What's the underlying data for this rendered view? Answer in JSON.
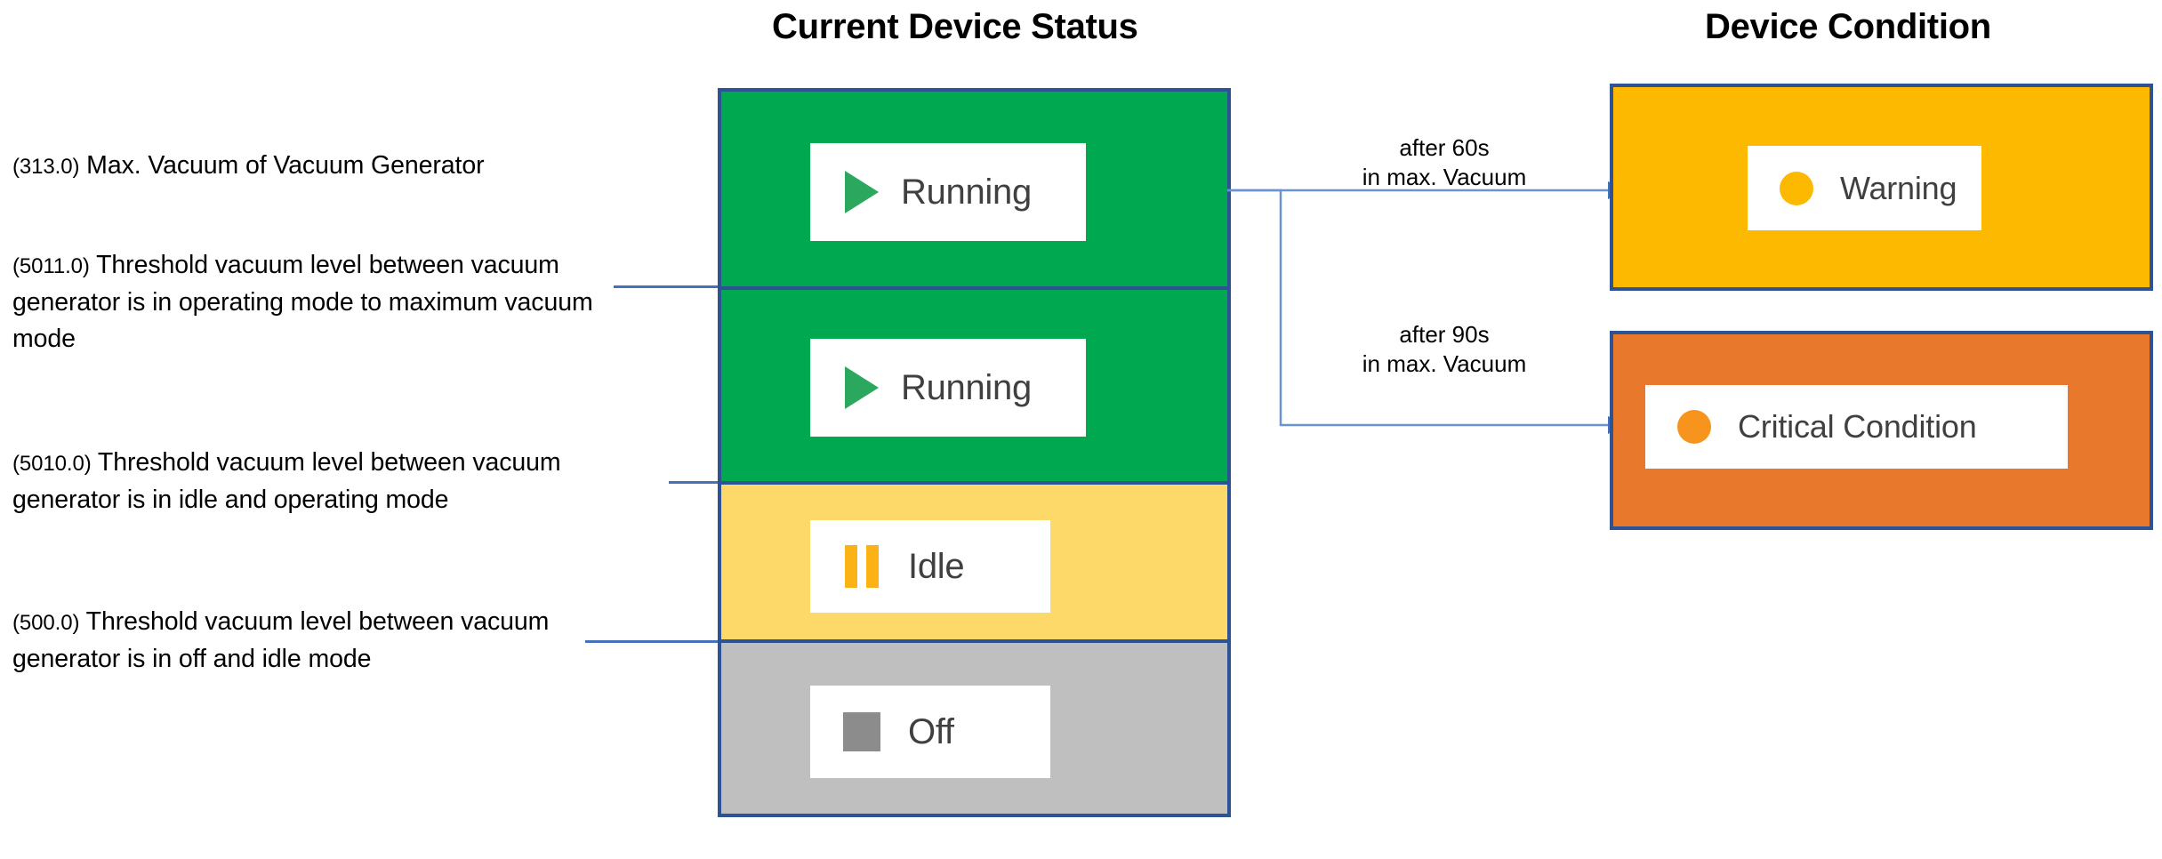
{
  "headings": {
    "status": "Current Device Status",
    "condition": "Device Condition"
  },
  "annotations": [
    {
      "code": "(313.0)",
      "text": "Max. Vacuum of Vacuum Generator"
    },
    {
      "code": "(5011.0)",
      "text": "Threshold vacuum level between vacuum generator is in operating mode to maximum vacuum mode"
    },
    {
      "code": "(5010.0)",
      "text": "Threshold vacuum level between vacuum generator is in idle and operating mode"
    },
    {
      "code": "(500.0)",
      "text": "Threshold vacuum level between vacuum generator is in off and idle mode"
    }
  ],
  "status_blocks": [
    {
      "label": "Running",
      "icon": "play-icon",
      "fill": "#00a94f",
      "icon_color": "#2ba85e"
    },
    {
      "label": "Running",
      "icon": "play-icon",
      "fill": "#00a94f",
      "icon_color": "#2ba85e"
    },
    {
      "label": "Idle",
      "icon": "pause-icon",
      "fill": "#fcd969",
      "icon_color": "#fbb216"
    },
    {
      "label": "Off",
      "icon": "stop-icon",
      "fill": "#bfbfbf",
      "icon_color": "#8c8c8c"
    }
  ],
  "conditions": [
    {
      "label": "Warning",
      "fill": "#fcb900",
      "dot_color": "#fcb900"
    },
    {
      "label": "Critical Condition",
      "fill": "#e8792c",
      "dot_color": "#f7941e"
    }
  ],
  "transitions": [
    {
      "line1": "after 60s",
      "line2": "in max. Vacuum",
      "target": "Warning"
    },
    {
      "line1": "after 90s",
      "line2": "in max. Vacuum",
      "target": "Critical Condition"
    }
  ],
  "colors": {
    "border_blue": "#2e5395",
    "leader_blue": "#4472b8",
    "connector_blue": "#6a93d4",
    "badge_white": "#ffffff",
    "text_dark": "#404040"
  }
}
